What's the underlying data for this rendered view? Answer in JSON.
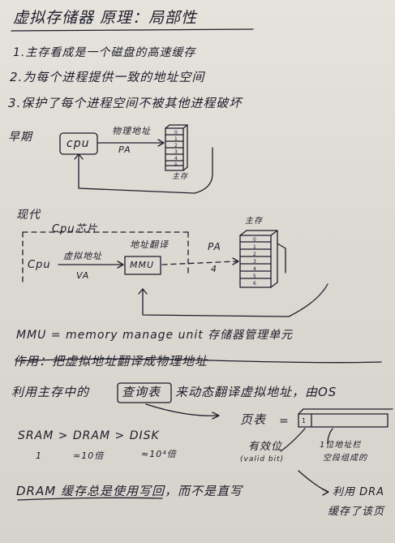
{
  "title": "虚拟存储器 原理：局部性",
  "points": [
    "1.主存看成是一个磁盘的高速缓存",
    "2.为每个进程提供一致的地址空间",
    "3.保护了每个进程空间不被其他进程破坏"
  ],
  "early": {
    "label": "早期",
    "cpu": "cpu",
    "physical_address": "物理地址",
    "pa": "PA",
    "main_memory": "主存",
    "slots": [
      "0",
      "1",
      "2",
      "3",
      "4",
      "5"
    ]
  },
  "modern": {
    "label": "现代",
    "cpu_chip": "Cpu芯片",
    "cpu": "Cpu",
    "virtual_address": "虚拟地址",
    "va": "VA",
    "translation": "地址翻译",
    "mmu": "MMU",
    "pa": "PA",
    "pa_value": "4",
    "main_memory": "主存",
    "slots": [
      "0",
      "1",
      "2",
      "3",
      "4",
      "5",
      "6"
    ]
  },
  "mmu_def": "MMU = memory manage unit 存储器管理单元",
  "purpose": "作用：把虚拟地址翻译成物理地址",
  "usage_line": "利用主存中的 查询表 来动态翻译虚拟地址，由OS",
  "lookup_table": "查询表",
  "page_table": "页表",
  "page_table_eq": "=",
  "valid_bit": "有效位",
  "valid_bit_en": "(valid bit)",
  "addr_field_1": "1位地址栏",
  "addr_field_2": "空段组成的",
  "sram_compare": "SRAM > DRAM > DISK",
  "ratio_1": "1",
  "ratio_10": "≈10倍",
  "ratio_10000": "≈10⁴倍",
  "dram_note": "DRAM 缓存总是使用写回，而不是直写",
  "right_note_1": "利用 DRA",
  "right_note_2": "缓存了该页"
}
